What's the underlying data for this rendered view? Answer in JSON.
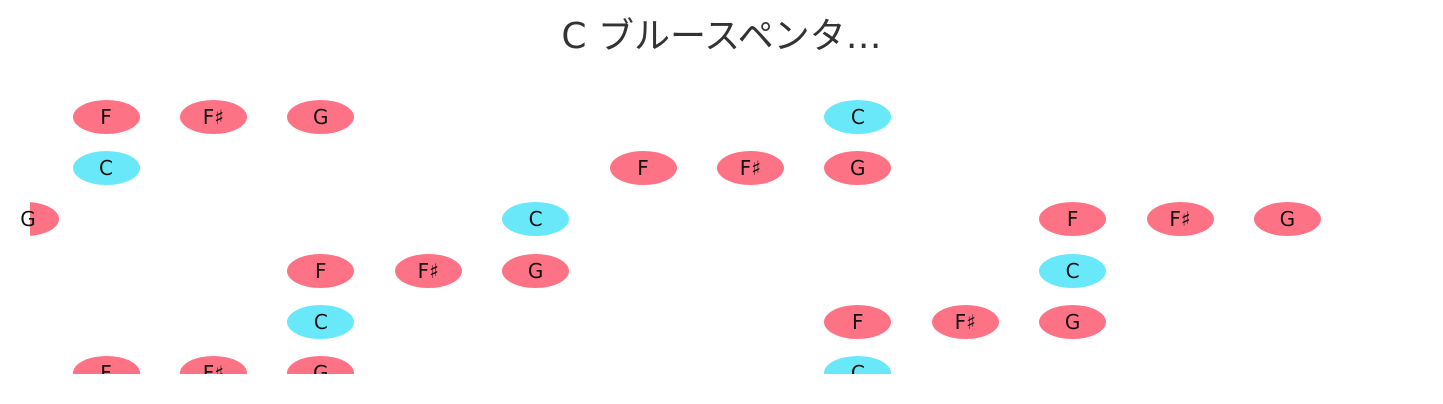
{
  "title": "C ブルースペンタ…",
  "colors": {
    "root": "#68e8f8",
    "other": "#fe7285",
    "title_text": "#333333",
    "background": "#ffffff"
  },
  "strings": [
    {
      "string": 1,
      "notes": [
        {
          "fret": 3,
          "label": "F",
          "role": "other"
        },
        {
          "fret": 4,
          "label": "F♯",
          "role": "other"
        },
        {
          "fret": 5,
          "label": "G",
          "role": "other"
        },
        {
          "fret": 10,
          "label": "C",
          "role": "root"
        }
      ]
    },
    {
      "string": 2,
      "notes": [
        {
          "fret": 3,
          "label": "C",
          "role": "root"
        },
        {
          "fret": 8,
          "label": "F",
          "role": "other"
        },
        {
          "fret": 9,
          "label": "F♯",
          "role": "other"
        },
        {
          "fret": 10,
          "label": "G",
          "role": "other"
        }
      ]
    },
    {
      "string": 3,
      "notes": [
        {
          "fret": 2,
          "label": "G",
          "role": "other"
        },
        {
          "fret": 7,
          "label": "C",
          "role": "root"
        },
        {
          "fret": 12,
          "label": "F",
          "role": "other"
        },
        {
          "fret": 13,
          "label": "F♯",
          "role": "other"
        },
        {
          "fret": 14,
          "label": "G",
          "role": "other"
        }
      ]
    },
    {
      "string": 4,
      "notes": [
        {
          "fret": 5,
          "label": "F",
          "role": "other"
        },
        {
          "fret": 6,
          "label": "F♯",
          "role": "other"
        },
        {
          "fret": 7,
          "label": "G",
          "role": "other"
        },
        {
          "fret": 12,
          "label": "C",
          "role": "root"
        }
      ]
    },
    {
      "string": 5,
      "notes": [
        {
          "fret": 5,
          "label": "C",
          "role": "root"
        },
        {
          "fret": 10,
          "label": "F",
          "role": "other"
        },
        {
          "fret": 11,
          "label": "F♯",
          "role": "other"
        },
        {
          "fret": 12,
          "label": "G",
          "role": "other"
        }
      ]
    },
    {
      "string": 6,
      "notes": [
        {
          "fret": 3,
          "label": "F",
          "role": "other"
        },
        {
          "fret": 4,
          "label": "F♯",
          "role": "other"
        },
        {
          "fret": 5,
          "label": "G",
          "role": "other"
        },
        {
          "fret": 10,
          "label": "C",
          "role": "root"
        }
      ]
    }
  ],
  "edge_label": "G"
}
